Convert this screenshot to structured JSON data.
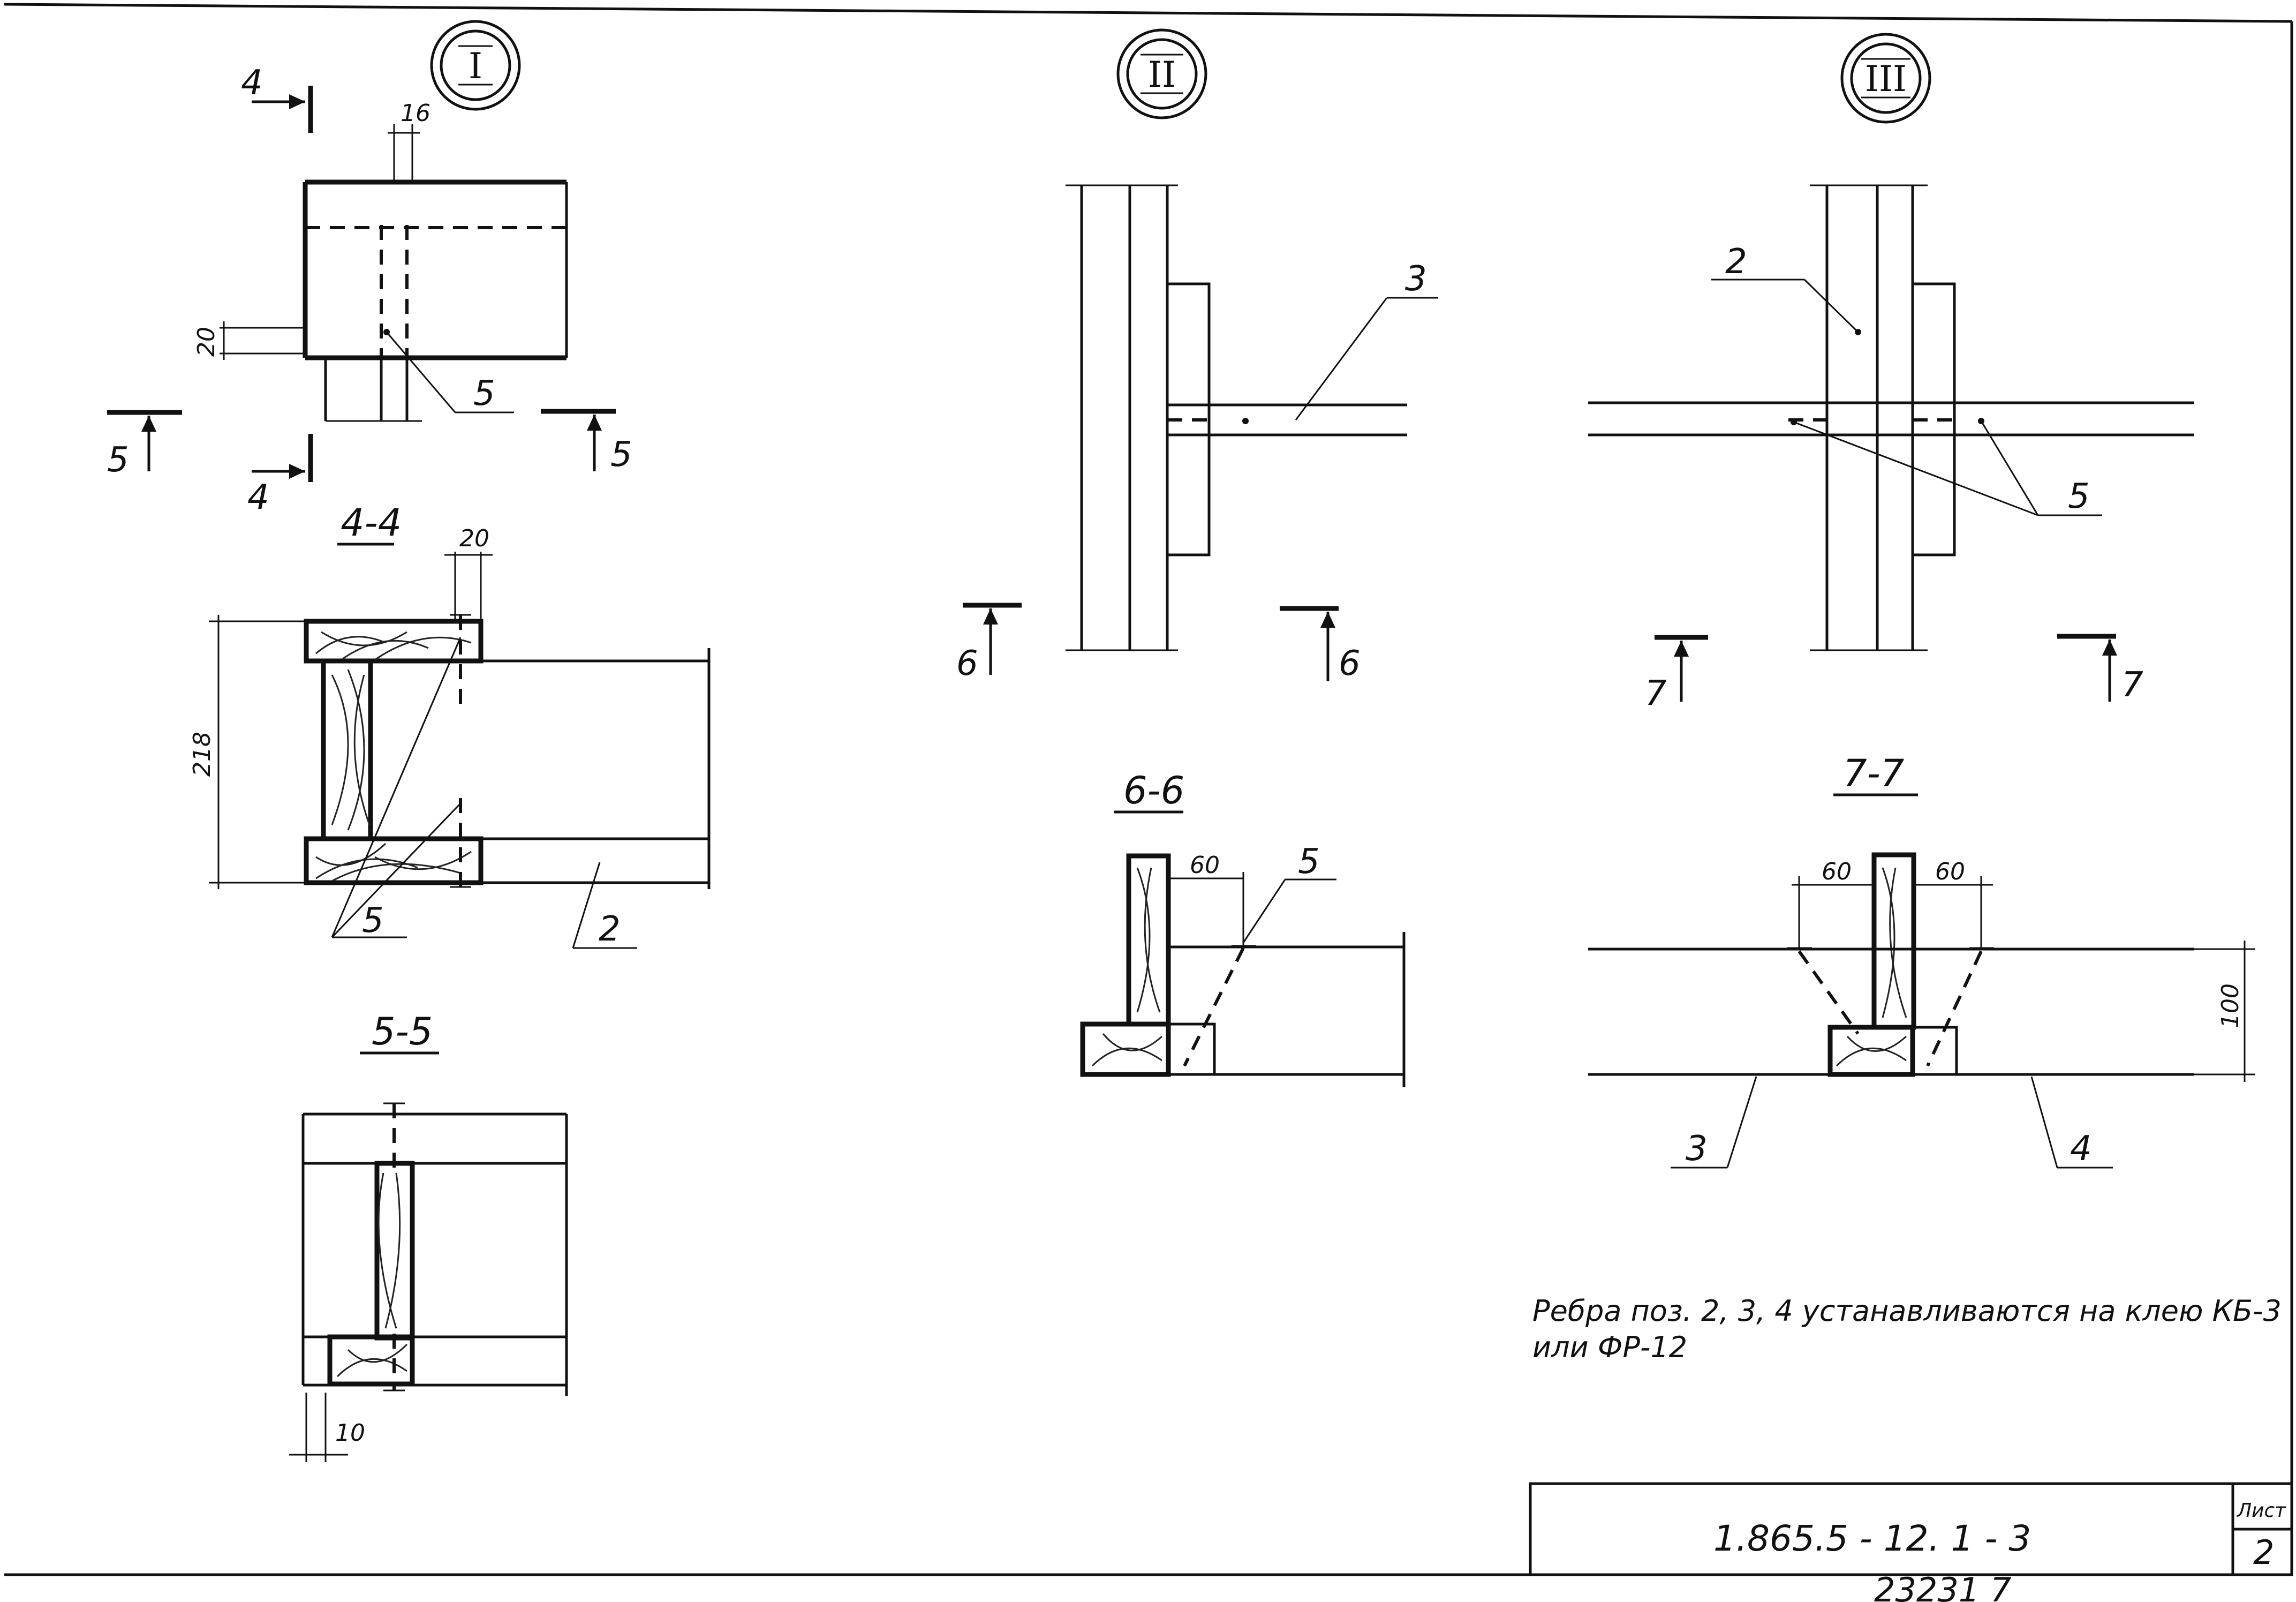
{
  "callouts": {
    "i": "I",
    "ii": "II",
    "iii": "III"
  },
  "view_I": {
    "section_mark_4": "4",
    "section_mark_5": "5",
    "dim_16": "16",
    "dim_20": "20",
    "leader_5": "5"
  },
  "section_4_4": {
    "title": "4-4",
    "dim_20": "20",
    "dim_218": "218",
    "leader_5": "5",
    "leader_2": "2"
  },
  "section_5_5": {
    "title": "5-5",
    "dim_10": "10"
  },
  "view_II": {
    "section_mark_6": "6",
    "leader_3": "3"
  },
  "section_6_6": {
    "title": "6-6",
    "dim_60": "60",
    "leader_5": "5"
  },
  "view_III": {
    "section_mark_7": "7",
    "leader_2": "2",
    "leader_5": "5"
  },
  "section_7_7": {
    "title": "7-7",
    "dim_60_left": "60",
    "dim_60_right": "60",
    "dim_100": "100",
    "leader_3": "3",
    "leader_4": "4"
  },
  "note": {
    "line1": "Ребра поз. 2, 3, 4 устанавливаются на клею КБ-3",
    "line2": "или ФР-12"
  },
  "title_block": {
    "code": "1.865.5 - 12. 1 - 3",
    "sheet_label": "Лист",
    "sheet_number": "2"
  },
  "stamp": "23231   7"
}
